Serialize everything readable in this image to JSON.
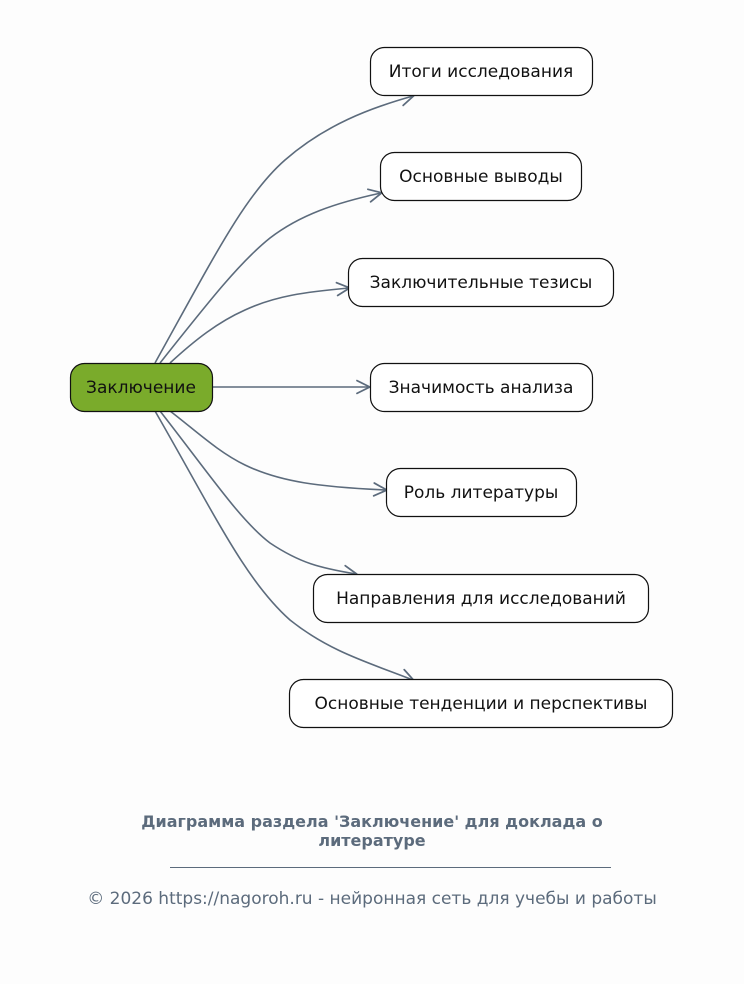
{
  "diagram": {
    "root": {
      "label": "Заключение",
      "fill": "#7aab2b"
    },
    "children": [
      {
        "label": "Итоги исследования"
      },
      {
        "label": "Основные выводы"
      },
      {
        "label": "Заключительные тезисы"
      },
      {
        "label": "Значимость анализа"
      },
      {
        "label": "Роль литературы"
      },
      {
        "label": "Направления для исследований"
      },
      {
        "label": "Основные тенденции и перспективы"
      }
    ],
    "edge_color": "#5c6b7c"
  },
  "caption": "Диаграмма раздела 'Заключение' для доклада о литературе",
  "footer": "© 2026 https://nagoroh.ru - нейронная сеть для учебы и работы"
}
